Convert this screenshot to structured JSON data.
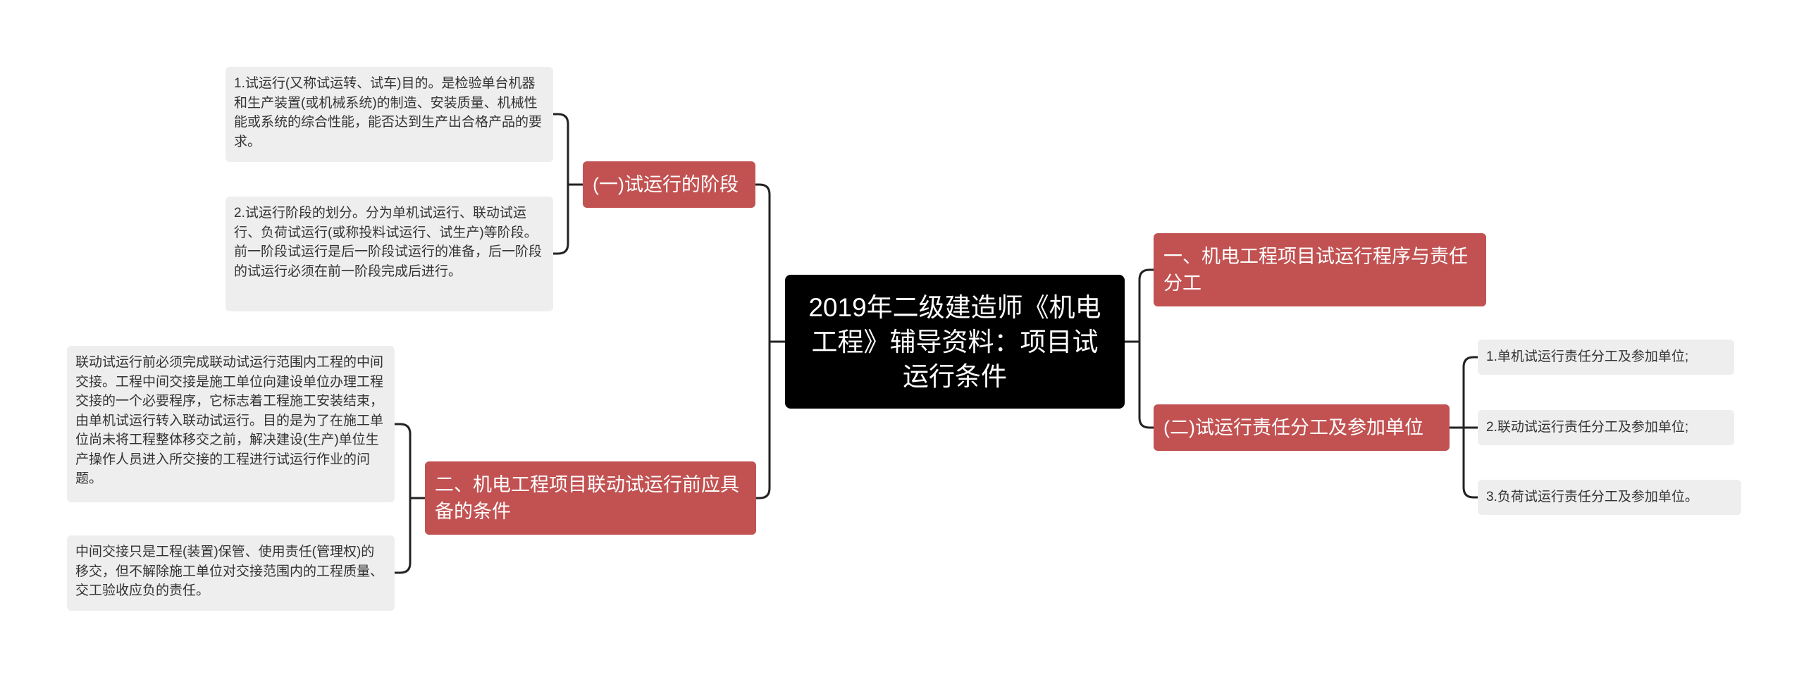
{
  "colors": {
    "root_bg": "#000000",
    "branch_bg": "#c25252",
    "leaf_bg": "#eeeeee",
    "line": "#222222"
  },
  "root": {
    "title": "2019年二级建造师《机电工程》辅导资料：项目试运行条件"
  },
  "left": {
    "stages": {
      "label": "(一)试运行的阶段",
      "items": [
        "1.试运行(又称试运转、试车)目的。是检验单台机器和生产装置(或机械系统)的制造、安装质量、机械性能或系统的综合性能，能否达到生产出合格产品的要求。",
        "2.试运行阶段的划分。分为单机试运行、联动试运行、负荷试运行(或称投料试运行、试生产)等阶段。前一阶段试运行是后一阶段试运行的准备，后一阶段的试运行必须在前一阶段完成后进行。"
      ]
    },
    "conditions": {
      "label": "二、机电工程项目联动试运行前应具备的条件",
      "items": [
        "联动试运行前必须完成联动试运行范围内工程的中间交接。工程中间交接是施工单位向建设单位办理工程交接的一个必要程序，它标志着工程施工安装结束，由单机试运行转入联动试运行。目的是为了在施工单位尚未将工程整体移交之前，解决建设(生产)单位生产操作人员进入所交接的工程进行试运行作业的问题。",
        "中间交接只是工程(装置)保管、使用责任(管理权)的移交，但不解除施工单位对交接范围内的工程质量、交工验收应负的责任。"
      ]
    }
  },
  "right": {
    "procedure": {
      "label": "一、机电工程项目试运行程序与责任分工"
    },
    "responsibility": {
      "label": "(二)试运行责任分工及参加单位",
      "items": [
        "1.单机试运行责任分工及参加单位;",
        "2.联动试运行责任分工及参加单位;",
        "3.负荷试运行责任分工及参加单位。"
      ]
    }
  }
}
